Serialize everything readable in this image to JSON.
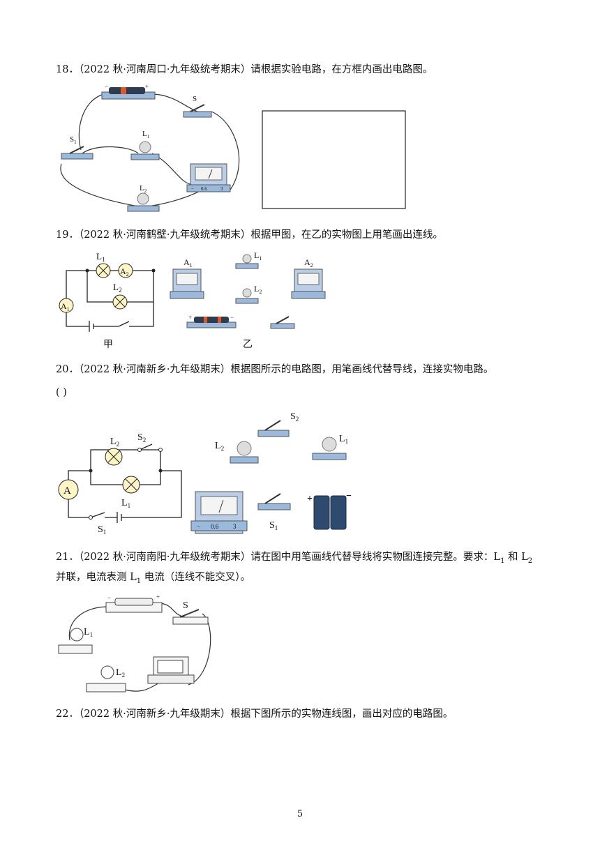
{
  "questions": [
    {
      "num": "18．",
      "text": "（2022 秋·河南周口·九年级统考期末）请根据实验电路，在方框内画出电路图。"
    },
    {
      "num": "19．",
      "text": "（2022 秋·河南鹤壁·九年级统考期末）根据甲图，在乙的实物图上用笔画出连线。"
    },
    {
      "num": "20．",
      "text": "（2022 秋·河南新乡·九年级期末）根据图所示的电路图，用笔画线代替导线，连接实物电路。",
      "answer_blank": "(            )"
    },
    {
      "num": "21．",
      "text_line1": "（2022 秋·河南南阳·九年级统考期末）请在图中用笔画线代替导线将实物图连接完整。要求：L",
      "sub1": "1",
      "mid1": " 和 L",
      "sub2": "2",
      "text_line2a": "并联，电流表测 L",
      "sub3": "1",
      "text_line2b": " 电流（连线不能交叉）。"
    },
    {
      "num": "22．",
      "text": "（2022 秋·河南新乡·九年级期末）根据下图所示的实物连线图，画出对应的电路图。"
    }
  ],
  "labels": {
    "S": "S",
    "S1": "S",
    "S2": "S",
    "L1": "L",
    "L2": "L",
    "A": "A",
    "A1": "A",
    "A2": "A",
    "sub1": "1",
    "sub2": "2",
    "jia": "甲",
    "yi": "乙",
    "plus": "+",
    "minus": "−",
    "meter_minus": "−",
    "meter_06": "0.6",
    "meter_3": "3"
  },
  "page_number": "5"
}
